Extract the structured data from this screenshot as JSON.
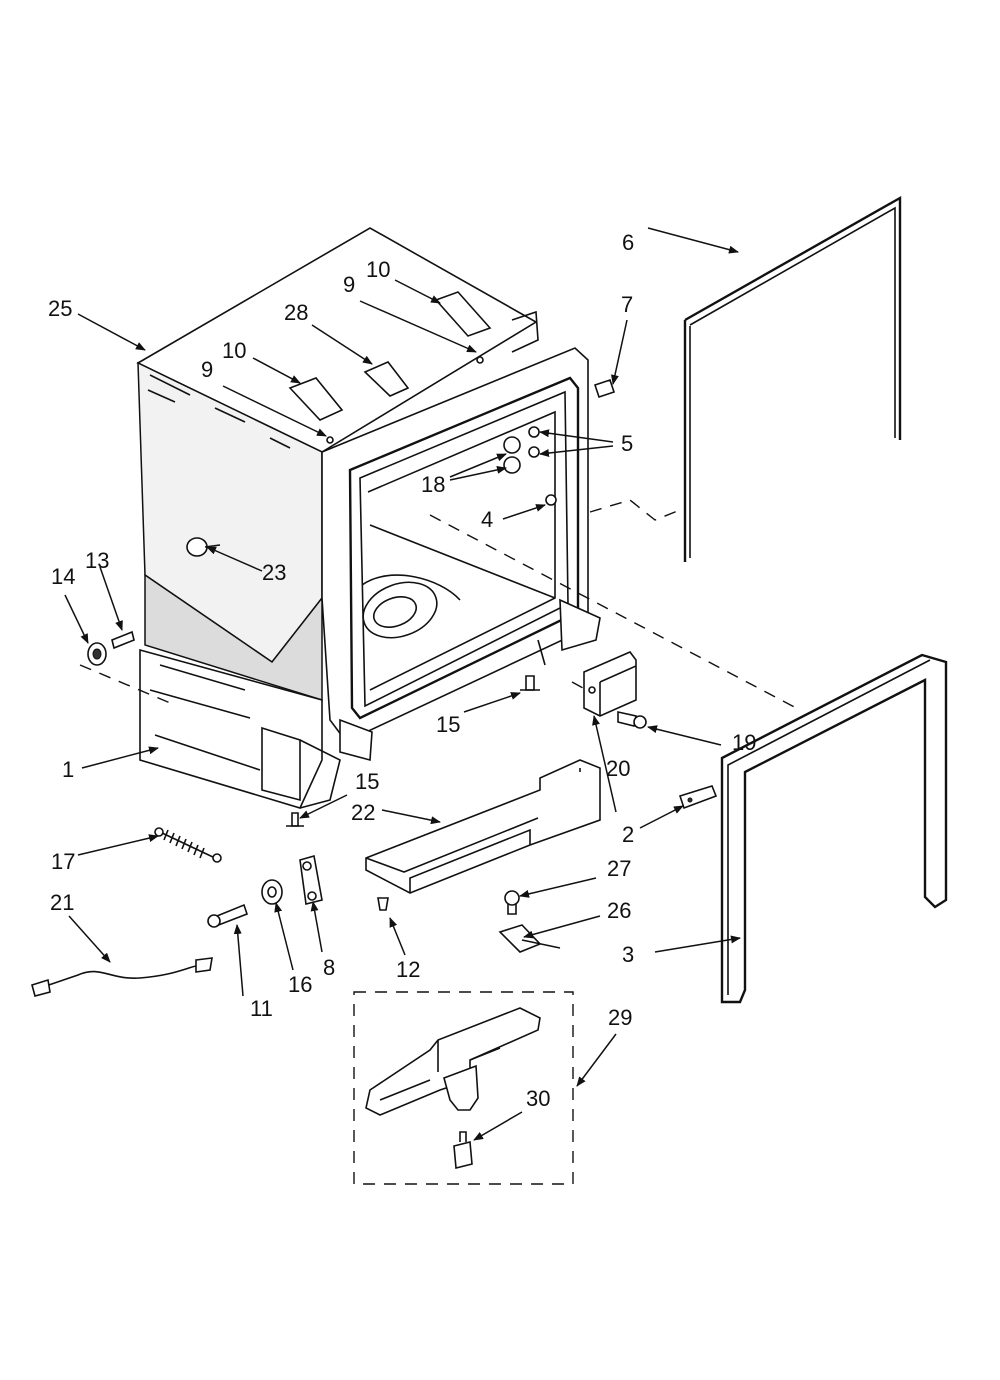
{
  "callouts": [
    {
      "id": "c1",
      "text": "1"
    },
    {
      "id": "c2",
      "text": "2"
    },
    {
      "id": "c3",
      "text": "3"
    },
    {
      "id": "c4",
      "text": "4"
    },
    {
      "id": "c5",
      "text": "5"
    },
    {
      "id": "c6",
      "text": "6"
    },
    {
      "id": "c7",
      "text": "7"
    },
    {
      "id": "c8",
      "text": "8"
    },
    {
      "id": "c9a",
      "text": "9"
    },
    {
      "id": "c9b",
      "text": "9"
    },
    {
      "id": "c10a",
      "text": "10"
    },
    {
      "id": "c10b",
      "text": "10"
    },
    {
      "id": "c11",
      "text": "11"
    },
    {
      "id": "c12",
      "text": "12"
    },
    {
      "id": "c13",
      "text": "13"
    },
    {
      "id": "c14",
      "text": "14"
    },
    {
      "id": "c15a",
      "text": "15"
    },
    {
      "id": "c15b",
      "text": "15"
    },
    {
      "id": "c16",
      "text": "16"
    },
    {
      "id": "c17",
      "text": "17"
    },
    {
      "id": "c18",
      "text": "18"
    },
    {
      "id": "c19",
      "text": "19"
    },
    {
      "id": "c20",
      "text": "20"
    },
    {
      "id": "c21",
      "text": "21"
    },
    {
      "id": "c22",
      "text": "22"
    },
    {
      "id": "c23",
      "text": "23"
    },
    {
      "id": "c25",
      "text": "25"
    },
    {
      "id": "c26",
      "text": "26"
    },
    {
      "id": "c27",
      "text": "27"
    },
    {
      "id": "c28",
      "text": "28"
    },
    {
      "id": "c29",
      "text": "29"
    },
    {
      "id": "c30",
      "text": "30"
    }
  ]
}
